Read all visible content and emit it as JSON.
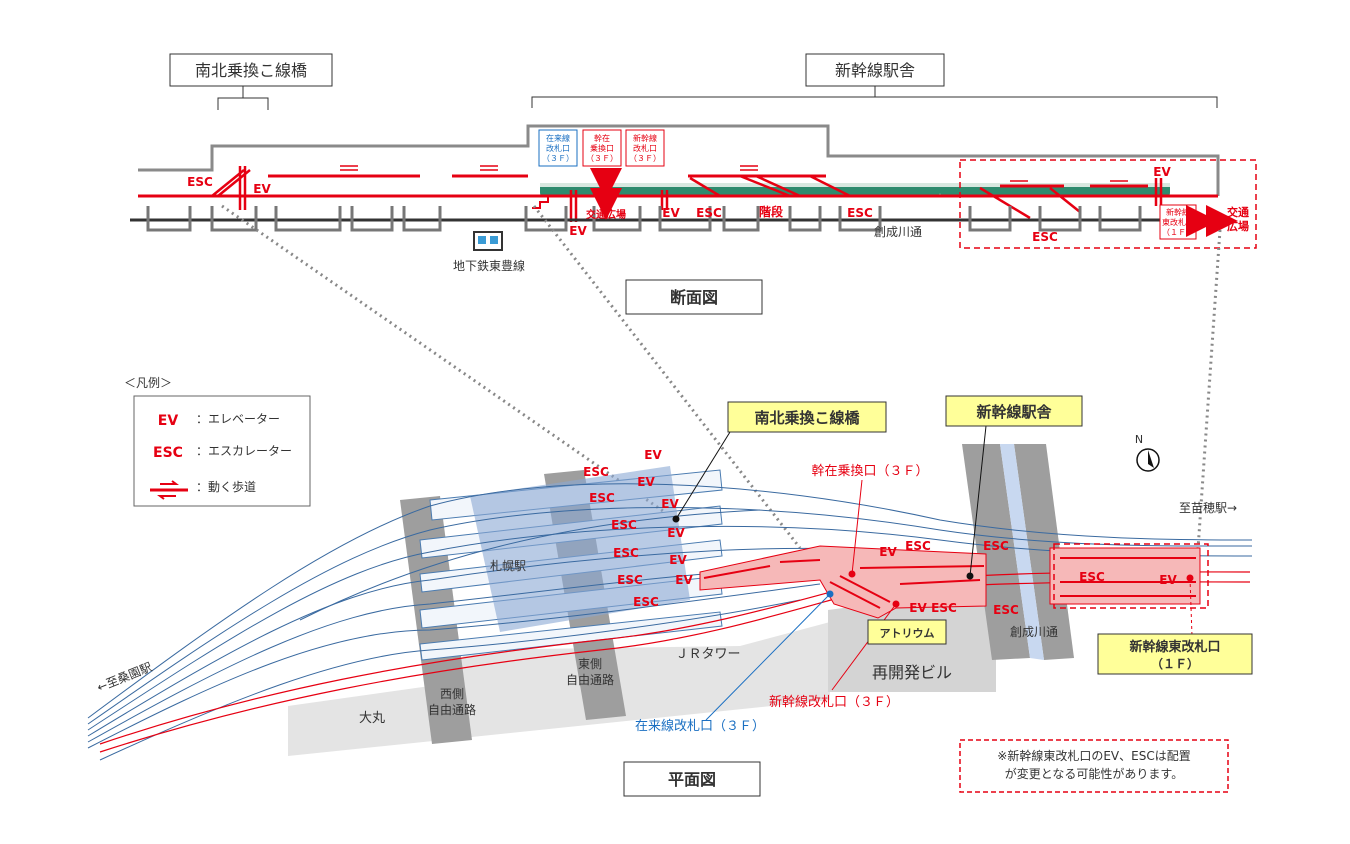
{
  "section": {
    "title": "断面図",
    "bridge_label": "南北乗換こ線橋",
    "shinkansen_label": "新幹線駅舎",
    "gate_conv": [
      "在来線",
      "改札口",
      "（３Ｆ）"
    ],
    "gate_transfer": [
      "幹在",
      "乗換口",
      "（３Ｆ）"
    ],
    "gate_shin": [
      "新幹線",
      "改札口",
      "（３Ｆ）"
    ],
    "gate_east": [
      "新幹線",
      "東改札口",
      "（１Ｆ）"
    ],
    "ev": "EV",
    "esc": "ESC",
    "stairs": "階段",
    "plaza": "交通広場",
    "plaza_right": [
      "交通",
      "広場"
    ],
    "street": "創成川通",
    "subway": "地下鉄東豊線"
  },
  "plan": {
    "title": "平面図",
    "bridge_callout": "南北乗換こ線橋",
    "building_callout": "新幹線駅舎",
    "atrium": "アトリウム",
    "east_gate": [
      "新幹線東改札口",
      "（１Ｆ）"
    ],
    "transfer_gate": "幹在乗換口（３Ｆ）",
    "shin_gate": "新幹線改札口（３Ｆ）",
    "conv_gate": "在来線改札口（３Ｆ）",
    "sapporo": "札幌駅",
    "daimaru": "大丸",
    "jr_tower": "ＪＲタワー",
    "redevelopment": "再開発ビル",
    "west_passage": [
      "西側",
      "自由通路"
    ],
    "east_passage": [
      "東側",
      "自由通路"
    ],
    "street": "創成川通",
    "to_soen": "←至桑園駅",
    "to_naebo": "至苗穂駅→",
    "north": "N",
    "ev": "EV",
    "esc": "ESC"
  },
  "legend": {
    "heading": "＜凡例＞",
    "items": [
      {
        "key": "EV",
        "desc": "：エレベーター"
      },
      {
        "key": "ESC",
        "desc": "：エスカレーター"
      },
      {
        "key": "",
        "desc": "：動く歩道"
      }
    ]
  },
  "note": [
    "※新幹線東改札口のEV、ESCは配置",
    "が変更となる可能性があります。"
  ],
  "colors": {
    "red": "#e60012",
    "blue": "#1a6fc2",
    "yellow": "#ffff99",
    "gray": "#999999",
    "train": "#2e8b6e"
  }
}
